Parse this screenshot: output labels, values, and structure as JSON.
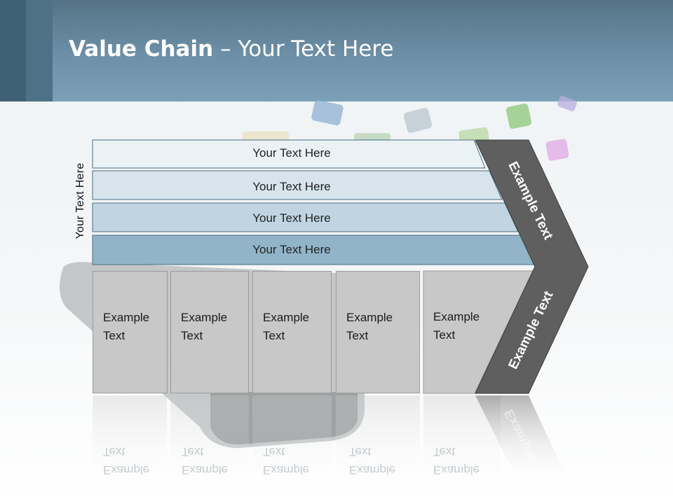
{
  "title": {
    "bold": "Value Chain",
    "rest": " – Your Text Here"
  },
  "side_label": "Your Text Here",
  "bars": [
    {
      "label": "Your Text Here",
      "color": "#eaf2f6"
    },
    {
      "label": "Your Text Here",
      "color": "#d7e4ec"
    },
    {
      "label": "Your Text Here",
      "color": "#c0d5e1"
    },
    {
      "label": "Your Text Here",
      "color": "#91b4c8"
    }
  ],
  "boxes": [
    {
      "line1": "Example",
      "line2": "Text"
    },
    {
      "line1": "Example",
      "line2": "Text"
    },
    {
      "line1": "Example",
      "line2": "Text"
    },
    {
      "line1": "Example",
      "line2": "Text"
    },
    {
      "line1": "Example",
      "line2": "Text"
    }
  ],
  "arrow": {
    "upper": "Example Text",
    "lower": "Example Text",
    "color": "#5f5f5f"
  },
  "colors": {
    "header": "#6d90a8",
    "box": "#c8c8c8"
  }
}
